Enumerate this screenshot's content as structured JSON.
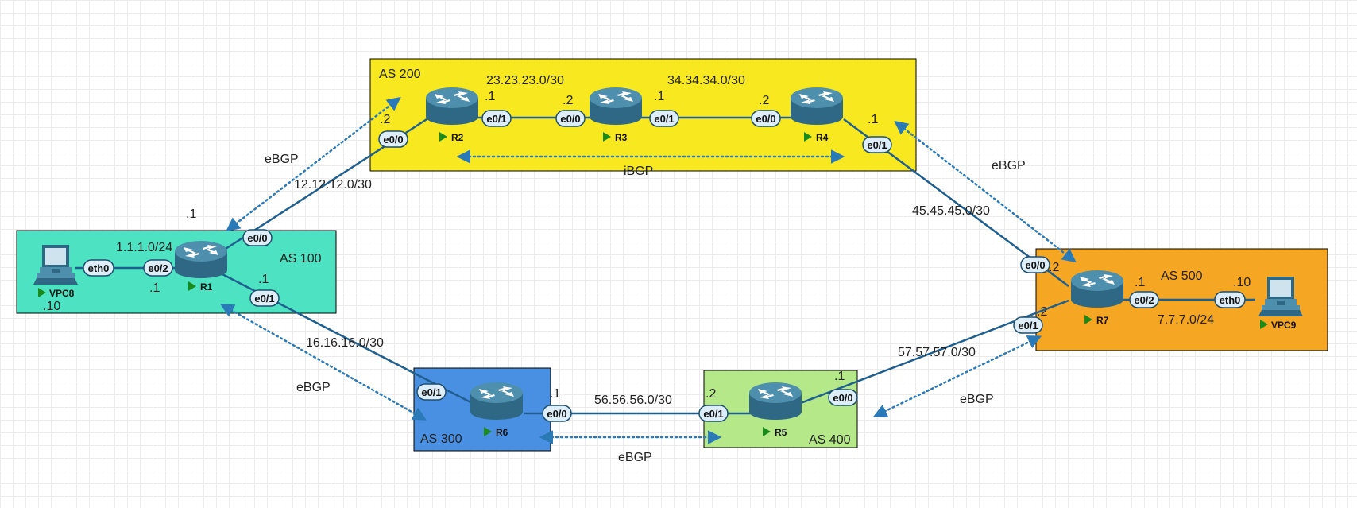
{
  "areas": [
    {
      "id": "as100",
      "label": "AS 100",
      "color": "#4de3c2"
    },
    {
      "id": "as200",
      "label": "AS 200",
      "color": "#f8e820"
    },
    {
      "id": "as300",
      "label": "AS 300",
      "color": "#4a90e2"
    },
    {
      "id": "as400",
      "label": "AS 400",
      "color": "#b4e889"
    },
    {
      "id": "as500",
      "label": "AS 500",
      "color": "#f5a623"
    }
  ],
  "devices": {
    "r1": "R1",
    "r2": "R2",
    "r3": "R3",
    "r4": "R4",
    "r5": "R5",
    "r6": "R6",
    "r7": "R7",
    "vpc8": "VPC8",
    "vpc9": "VPC9"
  },
  "interfaces": {
    "r1_e00": "e0/0",
    "r1_e01": "e0/1",
    "r1_e02": "e0/2",
    "r2_e00": "e0/0",
    "r2_e01": "e0/1",
    "r3_e00": "e0/0",
    "r3_e01": "e0/1",
    "r4_e00": "e0/0",
    "r4_e01": "e0/1",
    "r5_e00": "e0/0",
    "r5_e01": "e0/1",
    "r6_e00": "e0/0",
    "r6_e01": "e0/1",
    "r7_e00": "e0/0",
    "r7_e01": "e0/1",
    "r7_e02": "e0/2",
    "vpc8_eth0": "eth0",
    "vpc9_eth0": "eth0"
  },
  "subnets": {
    "r1_vpc8": "1.1.1.0/24",
    "r1_r2": "12.12.12.0/30",
    "r1_r6": "16.16.16.0/30",
    "r2_r3": "23.23.23.0/30",
    "r3_r4": "34.34.34.0/30",
    "r4_r7": "45.45.45.0/30",
    "r5_r6": "56.56.56.0/30",
    "r5_r7": "57.57.57.0/30",
    "r7_vpc9": "7.7.7.0/24"
  },
  "host_octets": {
    "r1_e00": ".1",
    "r1_e01": ".1",
    "r1_e02": ".1",
    "vpc8": ".10",
    "r2_e00": ".2",
    "r2_e01": ".1",
    "r3_e00": ".2",
    "r3_e01": ".1",
    "r4_e00": ".2",
    "r4_e01": ".1",
    "r5_e00": ".1",
    "r5_e01": ".2",
    "r6_e00": ".1",
    "r7_e00": ".2",
    "r7_e01": ".2",
    "r7_e02": ".1",
    "vpc9": ".10"
  },
  "sessions": {
    "r1_r2": "eBGP",
    "r1_r6": "eBGP",
    "r2_r4": "iBGP",
    "r4_r7": "eBGP",
    "r5_r6": "eBGP",
    "r5_r7": "eBGP"
  }
}
